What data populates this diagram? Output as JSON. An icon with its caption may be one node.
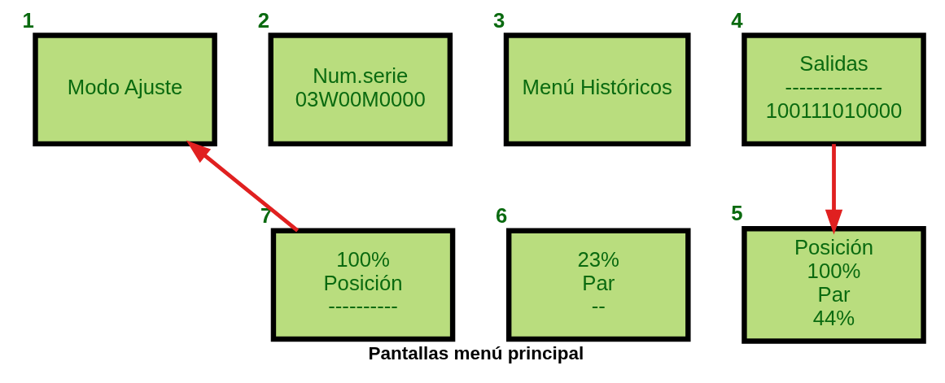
{
  "diagram": {
    "caption": "Pantallas menú principal",
    "nodes": [
      {
        "text": [
          "Modo Ajuste"
        ],
        "beside": [
          "1"
        ]
      },
      {
        "text": [
          "Num.serie",
          "03W00M0000"
        ],
        "beside": [
          "2"
        ]
      },
      {
        "text": [
          "Menú Históricos"
        ],
        "beside": [
          "3"
        ]
      },
      {
        "text": [
          "Salidas",
          "--------------",
          "100111010000"
        ],
        "beside": [
          "4"
        ]
      },
      {
        "text": [
          "Posición",
          "100%",
          "Par",
          "44%"
        ],
        "beside": [
          "5"
        ]
      },
      {
        "text": [
          "23%",
          "Par",
          "--"
        ],
        "beside": [
          "6"
        ]
      },
      {
        "text": [
          "100%",
          "Posición",
          "----------"
        ],
        "beside": [
          "7"
        ]
      }
    ],
    "edges": [
      {
        "from": 3,
        "to": 4,
        "arrow": "to"
      },
      {
        "from": 6,
        "to": 0,
        "arrow": "to"
      }
    ]
  }
}
